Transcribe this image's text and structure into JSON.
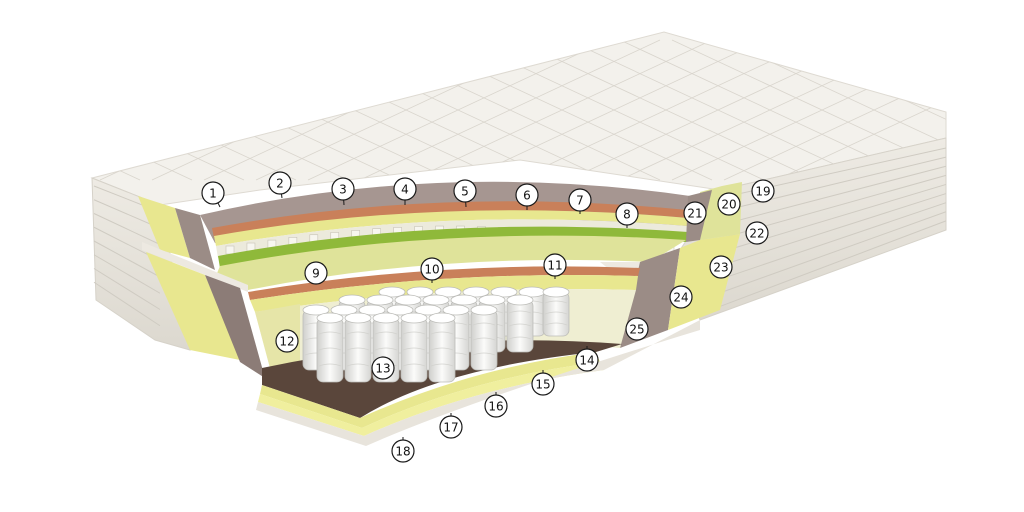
{
  "diagram": {
    "type": "mattress-cross-section",
    "callouts": [
      "1",
      "2",
      "3",
      "4",
      "5",
      "6",
      "7",
      "8",
      "9",
      "10",
      "11",
      "12",
      "13",
      "14",
      "15",
      "16",
      "17",
      "18",
      "19",
      "20",
      "21",
      "22",
      "23",
      "24",
      "25"
    ]
  },
  "colors": {
    "cover": "#f3f1ec",
    "cover_edge": "#e2dfd8",
    "quilt_line": "#d6d3cb",
    "felt": "#9b8c86",
    "felt_dark": "#7d6e69",
    "copper": "#c9805a",
    "latex_yellow": "#e8e78f",
    "foam_lime": "#dfe39a",
    "coconut_green": "#8fb93a",
    "base_board": "#5a463b",
    "spring": "#f4f4f2",
    "spring_shadow": "#c9c9c6"
  }
}
